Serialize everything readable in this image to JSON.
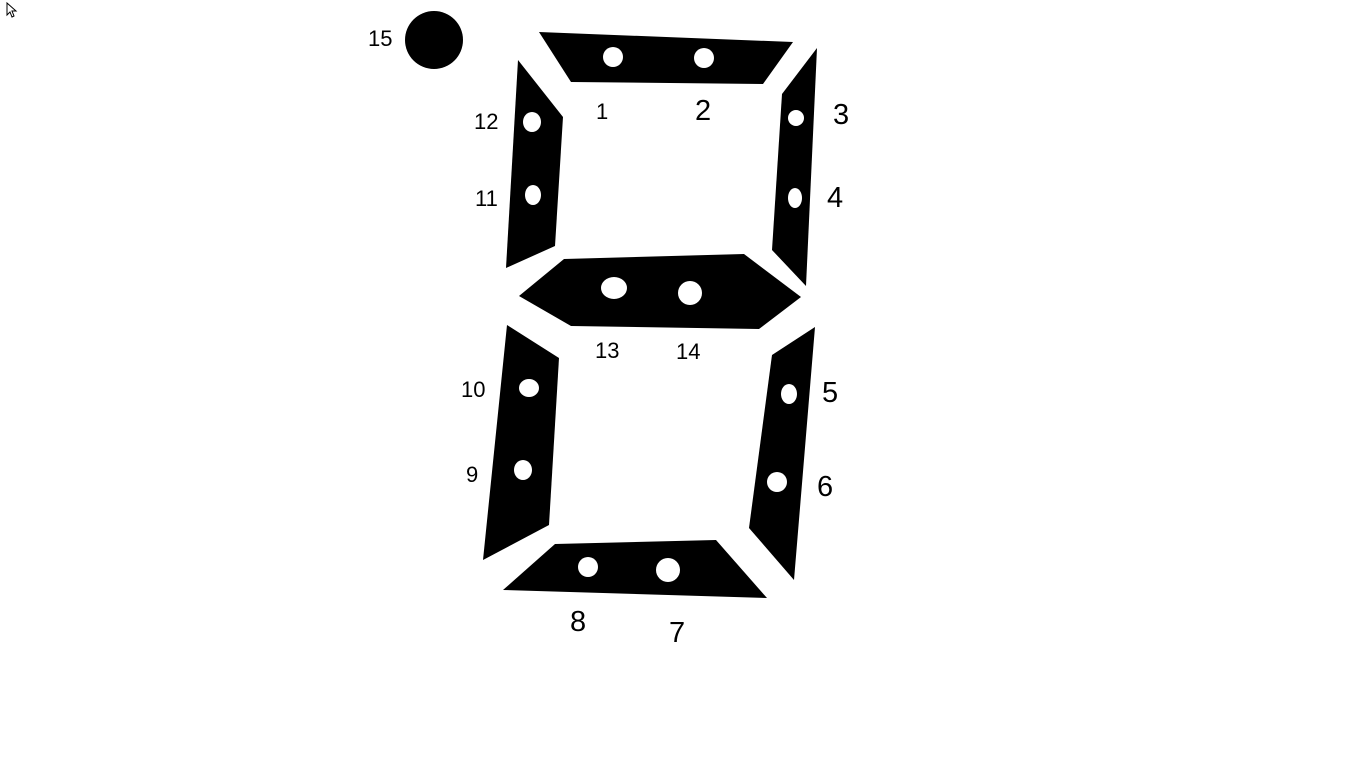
{
  "diagram": {
    "segment_color": "#000000",
    "background_color": "#ffffff",
    "labels": {
      "l1": "1",
      "l2": "2",
      "l3": "3",
      "l4": "4",
      "l5": "5",
      "l6": "6",
      "l7": "7",
      "l8": "8",
      "l9": "9",
      "l10": "10",
      "l11": "11",
      "l12": "12",
      "l13": "13",
      "l14": "14",
      "l15": "15"
    }
  },
  "icons": {
    "cursor": "arrow-cursor-icon"
  }
}
